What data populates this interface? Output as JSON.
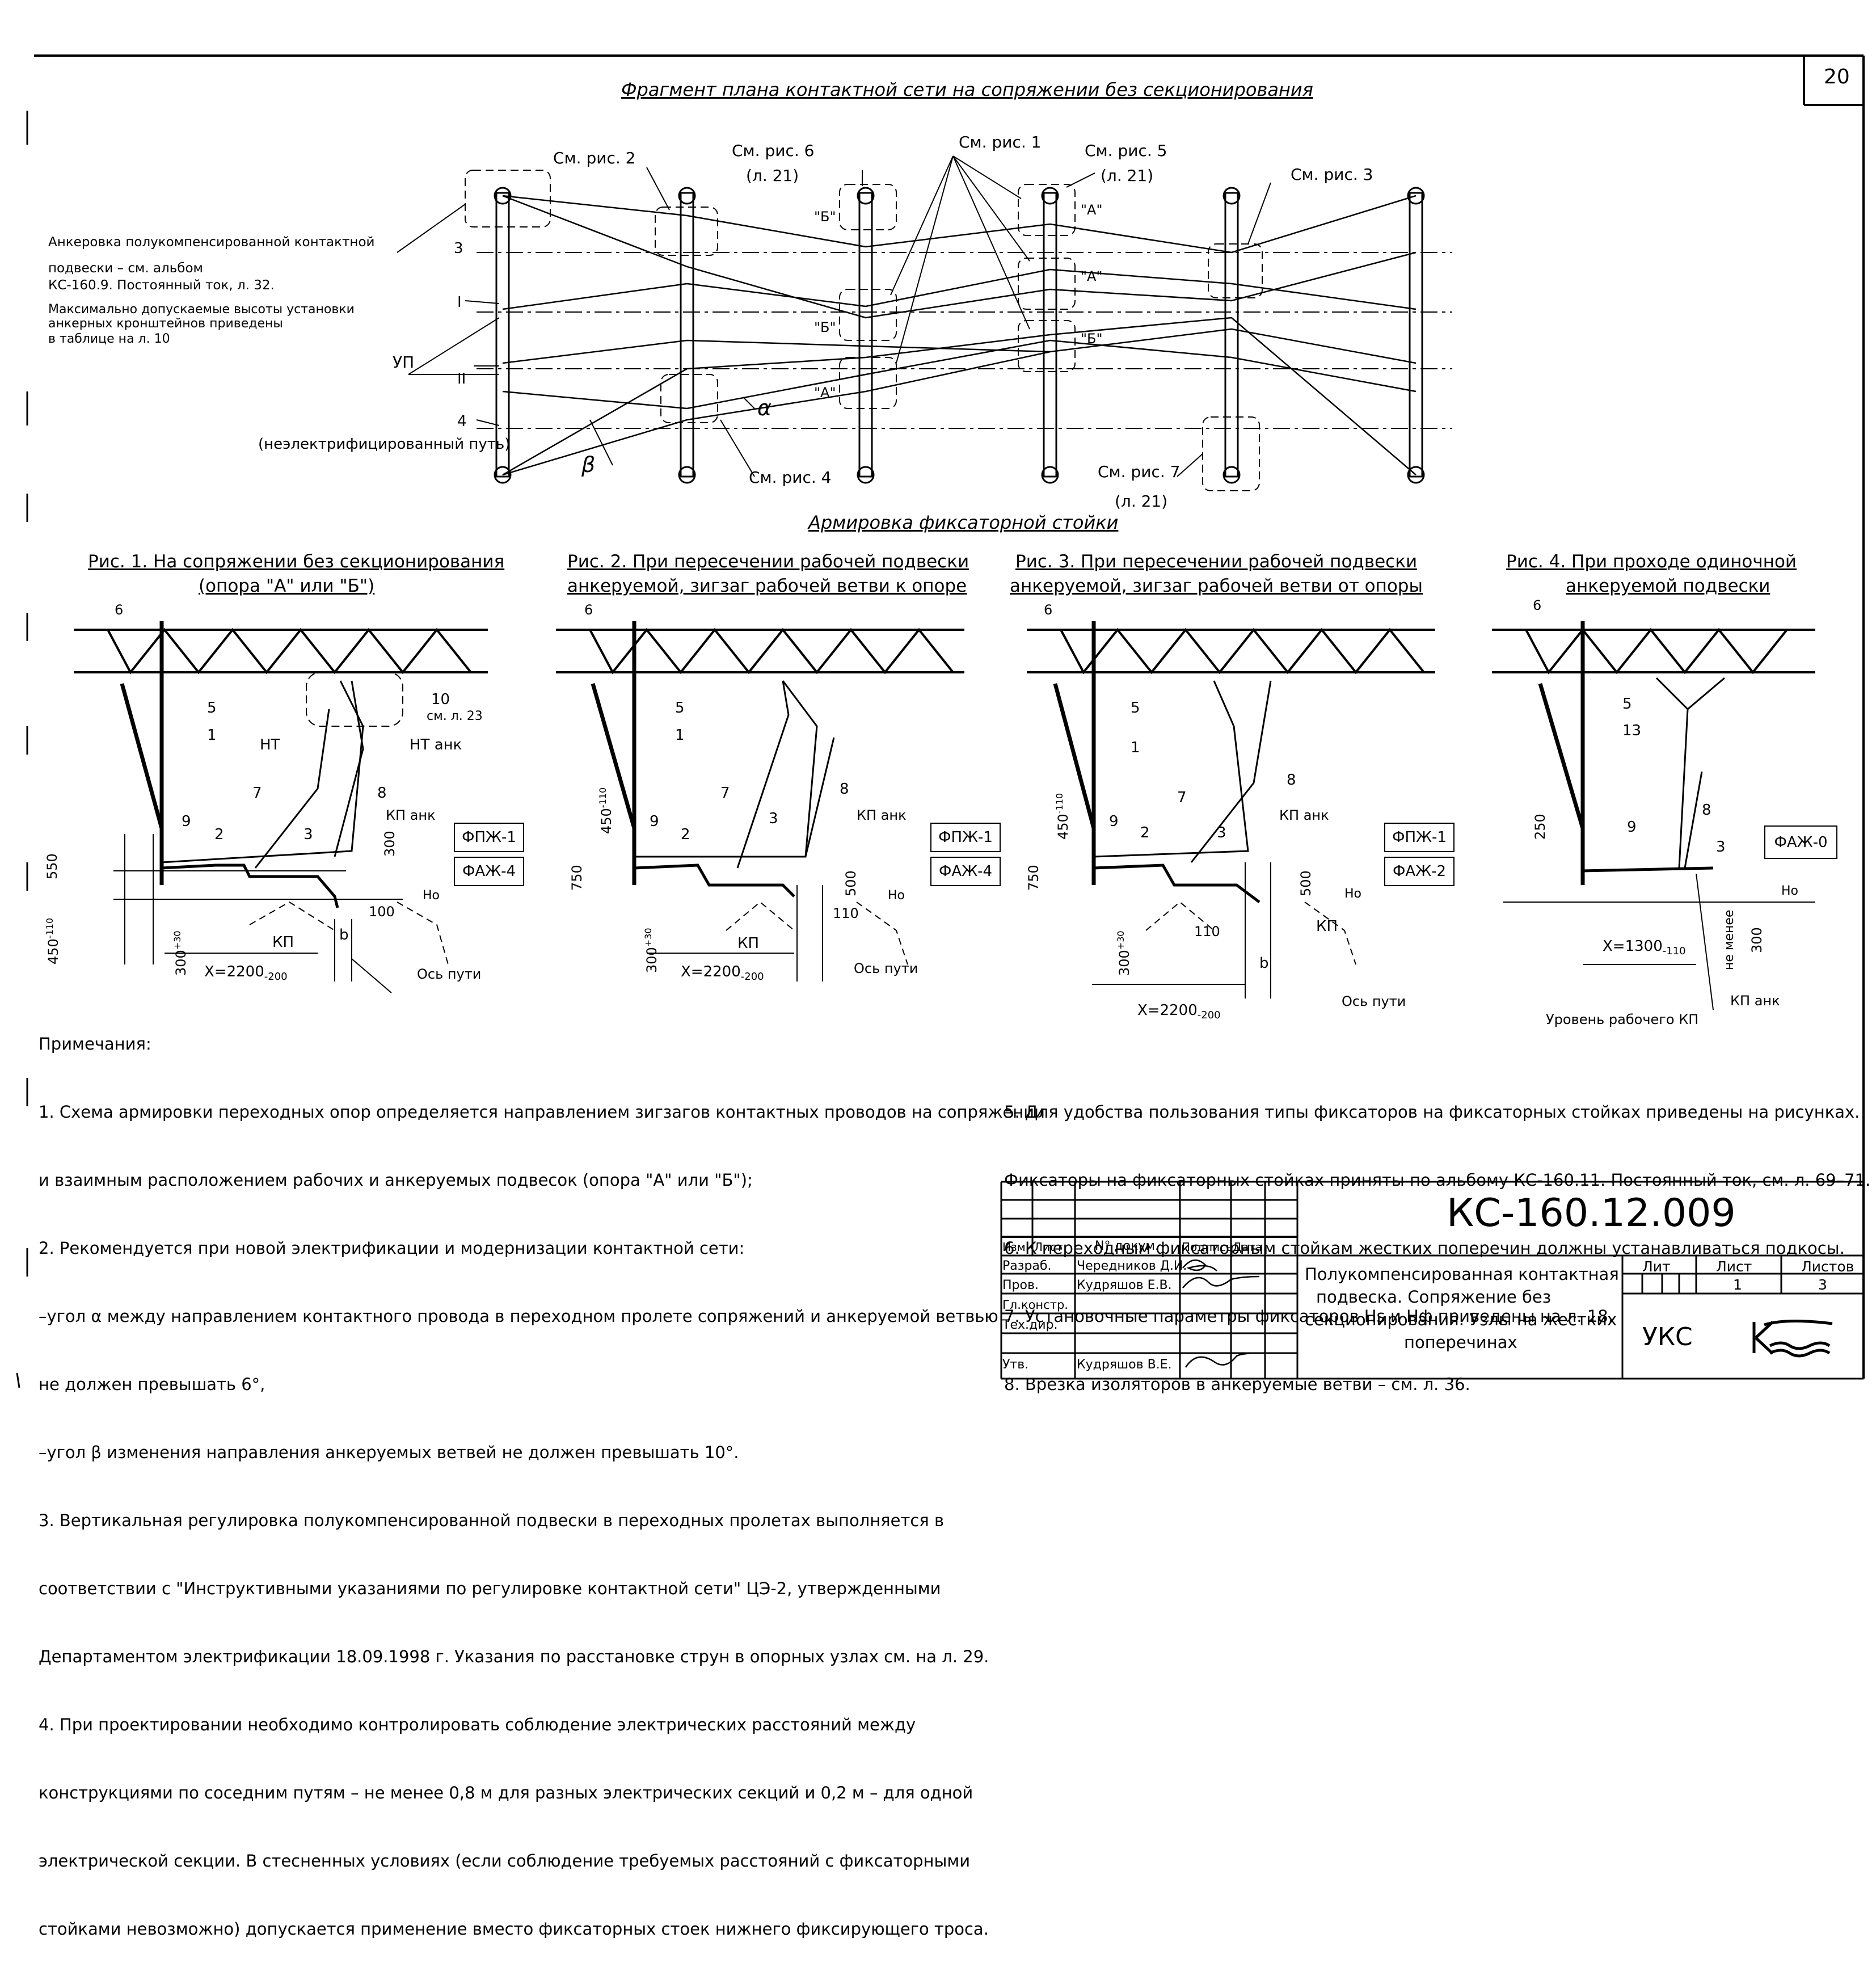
{
  "sheet_no": "20",
  "plan": {
    "title": "Фрагмент плана контактной сети на сопряжении без секционирования",
    "see_1": "См. рис. 1",
    "see_2": "См. рис. 2",
    "see_3": "См. рис. 3",
    "see_4": "См. рис. 4",
    "see_5": "См. рис. 5",
    "see_5_sheet": "(л. 21)",
    "see_6": "См. рис. 6",
    "see_6_sheet": "(л. 21)",
    "see_7": "См. рис. 7",
    "see_7_sheet": "(л. 21)",
    "note_anchor_1": "Анкеровка полукомпенсированной контактной",
    "note_anchor_2": "подвески – см. альбом",
    "note_anchor_3": "КС-160.9. Постоянный ток, л. 32.",
    "note_height_1": "Максимально допускаемые высоты установки",
    "note_height_2": "анкерных кронштейнов приведены",
    "note_height_3": "в таблице на л. 10",
    "track_3": "3",
    "track_1": "I",
    "track_2": "II",
    "track_4": "4",
    "track_4_note": "(неэлектрифицированный путь)",
    "up_label": "УП",
    "alpha": "α",
    "beta": "β",
    "pole_a": "\"А\"",
    "pole_b": "\"Б\""
  },
  "armature_title": "Армировка фиксаторной стойки",
  "figures": [
    {
      "title_1": "Рис. 1. На сопряжении без секционирования",
      "title_2": "(опора \"А\" или \"Б\")",
      "box_1": "ФПЖ-1",
      "box_2": "ФАЖ-4",
      "x_dim": "X=2200",
      "x_tol": "-200",
      "h1": "550",
      "h2": "450",
      "h2_tol": "-110",
      "h3": "300",
      "h3_tol": "+30",
      "d100": "100",
      "d300": "300",
      "b": "b",
      "ho": "Hо",
      "axis": "Ось пути",
      "kp": "КП",
      "kp_ank": "КП анк",
      "nt": "НТ",
      "nt_ank": "НТ анк",
      "ref10_1": "10",
      "ref10_2": "см. л. 23",
      "n1": "1",
      "n2": "2",
      "n3": "3",
      "n5": "5",
      "n6": "6",
      "n7": "7",
      "n8": "8",
      "n9": "9"
    },
    {
      "title_1": "Рис. 2. При пересечении рабочей подвески",
      "title_2": "анкеруемой, зигзаг рабочей ветви к опоре",
      "box_1": "ФПЖ-1",
      "box_2": "ФАЖ-4",
      "x_dim": "X=2200",
      "x_tol": "-200",
      "h1": "750",
      "h2": "450",
      "h2_tol": "-110",
      "h3": "300",
      "h3_tol": "+30",
      "d110": "110",
      "d500": "500",
      "ho": "Hо",
      "axis": "Ось пути",
      "kp": "КП",
      "kp_ank": "КП анк",
      "n1": "1",
      "n2": "2",
      "n3": "3",
      "n5": "5",
      "n6": "6",
      "n7": "7",
      "n8": "8",
      "n9": "9"
    },
    {
      "title_1": "Рис. 3. При пересечении рабочей подвески",
      "title_2": "анкеруемой, зигзаг рабочей ветви от опоры",
      "box_1": "ФПЖ-1",
      "box_2": "ФАЖ-2",
      "x_dim": "X=2200",
      "x_tol": "-200",
      "h1": "750",
      "h2": "450",
      "h2_tol": "-110",
      "h3": "300",
      "h3_tol": "+30",
      "d110": "110",
      "d500": "500",
      "b": "b",
      "ho": "Hо",
      "axis": "Ось пути",
      "kp": "КП",
      "kp_ank": "КП анк",
      "n1": "1",
      "n2": "2",
      "n3": "3",
      "n5": "5",
      "n6": "6",
      "n7": "7",
      "n8": "8",
      "n9": "9"
    },
    {
      "title_1": "Рис. 4. При проходе одиночной",
      "title_2": "анкеруемой подвески",
      "box_1": "ФАЖ-0",
      "x_dim": "X=1300",
      "x_tol": "-110",
      "h1": "250",
      "h_min": "не менее",
      "h_min_val": "300",
      "ho": "Hо",
      "kp_level": "Уровень рабочего КП",
      "kp_ank": "КП анк",
      "n3": "3",
      "n5": "5",
      "n6": "6",
      "n8": "8",
      "n9": "9",
      "n13": "13"
    }
  ],
  "notes_left": [
    "Примечания:",
    "1. Схема армировки переходных опор определяется направлением зигзагов контактных проводов на сопряжении",
    "и взаимным расположением рабочих и анкеруемых подвесок (опора \"А\" или \"Б\");",
    "2. Рекомендуется при новой электрификации и модернизации контактной сети:",
    "–угол α между направлением контактного провода в переходном пролете сопряжений и анкеруемой ветвью",
    "не должен превышать 6°,",
    "–угол β изменения направления анкеруемых ветвей не должен превышать 10°.",
    "3. Вертикальная регулировка полукомпенсированной подвески в переходных пролетах выполняется в",
    "соответствии с \"Инструктивными указаниями по регулировке контактной сети\" ЦЭ-2, утвержденными",
    "Департаментом электрификации 18.09.1998 г. Указания по расстановке струн в опорных узлах см. на л. 29.",
    "4. При проектировании необходимо контролировать соблюдение электрических расстояний между",
    "конструкциями по соседним путям – не менее 0,8 м для разных электрических секций и 0,2 м – для одной",
    "электрической секции. В стесненных условиях (если соблюдение требуемых расстояний с фиксаторными",
    "стойками невозможно) допускается применение вместо фиксаторных стоек нижнего фиксирующего троса."
  ],
  "notes_right": [
    "5. Для удобства пользования типы фиксаторов на фиксаторных стойках приведены на рисунках.",
    "Фиксаторы на фиксаторных стойках приняты по альбому КС-160.11. Постоянный ток, см. л. 69–71.",
    "6. К переходным фиксаторным стойкам жестких поперечин должны устанавливаться подкосы.",
    "7. Установочные параметры фиксаторов Hs и Hф приведены на л. 18.",
    "8. Врезка изоляторов в анкеруемые ветви – см. л. 36."
  ],
  "title_block": {
    "code": "КС-160.12.009",
    "hdr_izm": "Изм.",
    "hdr_list": "Лист",
    "hdr_doc": "N° докум.",
    "hdr_sign": "Подпись",
    "hdr_date": "Дата",
    "roles": [
      {
        "role": "Разраб.",
        "name": "Чередников Д.И."
      },
      {
        "role": "Пров.",
        "name": "Кудряшов Е.В."
      },
      {
        "role": "Гл.констр.",
        "name": ""
      },
      {
        "role": "Тех.дир.",
        "name": ""
      },
      {
        "role": "Утв.",
        "name": "Кудряшов В.Е."
      }
    ],
    "desc_1": "Полукомпенсированная контактная",
    "desc_2": "подвеска. Сопряжение без",
    "desc_3": "секционирования. Узлы на жестких",
    "desc_4": "поперечинах",
    "lit": "Лит",
    "sheet": "Лист",
    "sheets": "Листов",
    "sheet_val": "1",
    "sheets_val": "3",
    "org": "УКС"
  }
}
